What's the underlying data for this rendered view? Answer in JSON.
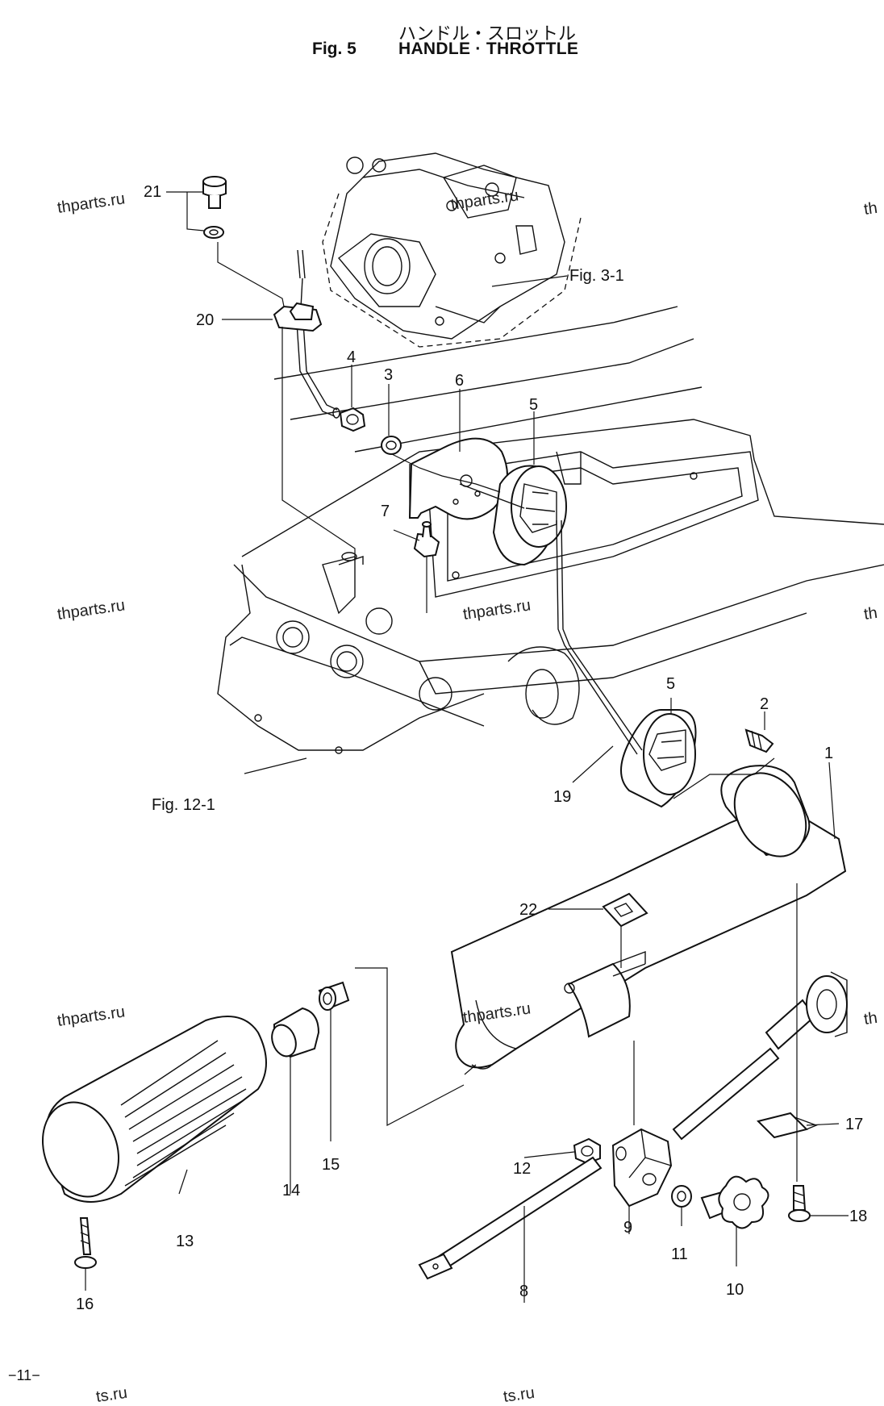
{
  "header": {
    "title_jp": "ハンドル・スロットル",
    "fig_number": "Fig. 5",
    "title_en": "HANDLE · THROTTLE"
  },
  "page_number": "−11−",
  "watermark": "thparts.ru",
  "watermark_fragment": "th",
  "watermark_bottom": "ts.ru",
  "references": {
    "carburetor": "Fig. 3-1",
    "bottom_cowl": "Fig. 12-1"
  },
  "callouts": {
    "p1": "1",
    "p2": "2",
    "p3": "3",
    "p4": "4",
    "p5a": "5",
    "p5b": "5",
    "p6": "6",
    "p7": "7",
    "p8": "8",
    "p9": "9",
    "p10": "10",
    "p11": "11",
    "p12": "12",
    "p13": "13",
    "p14": "14",
    "p15": "15",
    "p16": "16",
    "p17": "17",
    "p18": "18",
    "p19": "19",
    "p20": "20",
    "p21": "21",
    "p22": "22"
  }
}
